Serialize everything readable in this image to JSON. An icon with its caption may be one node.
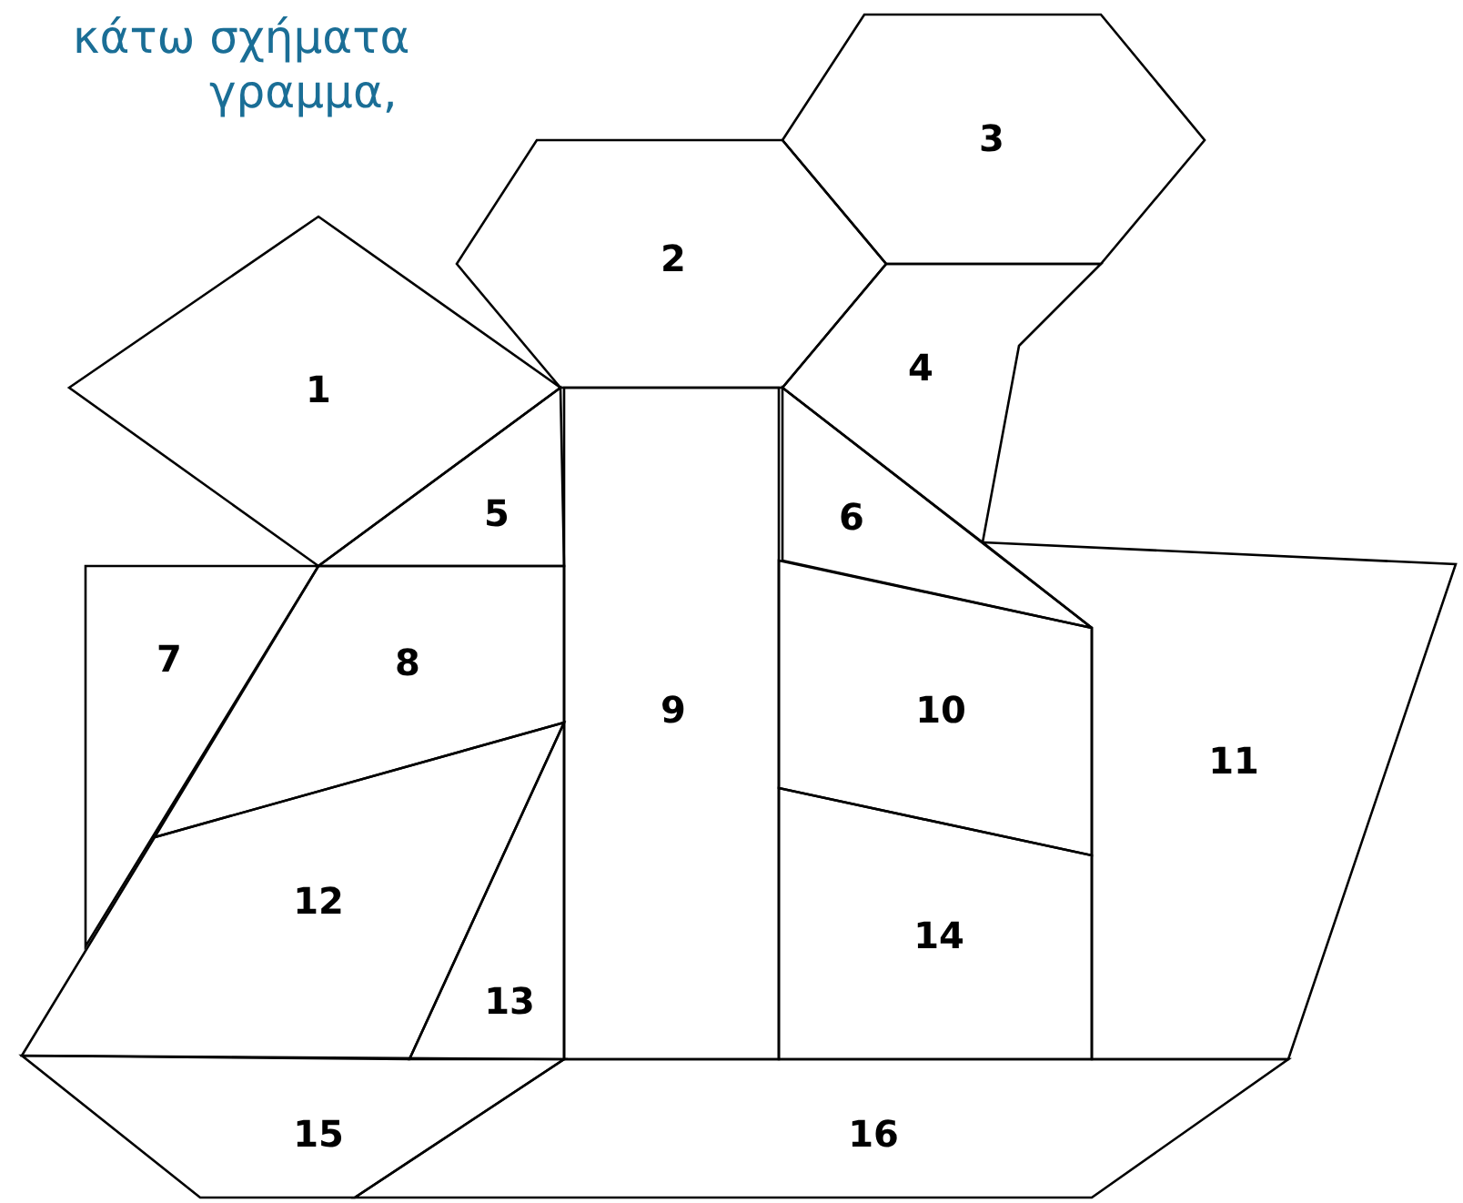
{
  "diagram": {
    "nodes": [
      {
        "text": [
          "1"
        ]
      },
      {
        "text": [
          "2"
        ]
      },
      {
        "text": [
          "3"
        ]
      },
      {
        "text": [
          "4"
        ]
      },
      {
        "text": [
          "5"
        ]
      },
      {
        "text": [
          "6"
        ]
      },
      {
        "text": [
          "7"
        ]
      },
      {
        "text": [
          "8"
        ]
      },
      {
        "text": [
          "9"
        ]
      },
      {
        "text": [
          "10"
        ]
      },
      {
        "text": [
          "11"
        ]
      },
      {
        "text": [
          "12"
        ]
      },
      {
        "text": [
          "13"
        ]
      },
      {
        "text": [
          "14"
        ]
      },
      {
        "text": [
          "15"
        ]
      },
      {
        "text": [
          "16"
        ]
      }
    ],
    "labels": [
      "κάτω σχήματα",
      "γραμμα,"
    ]
  }
}
